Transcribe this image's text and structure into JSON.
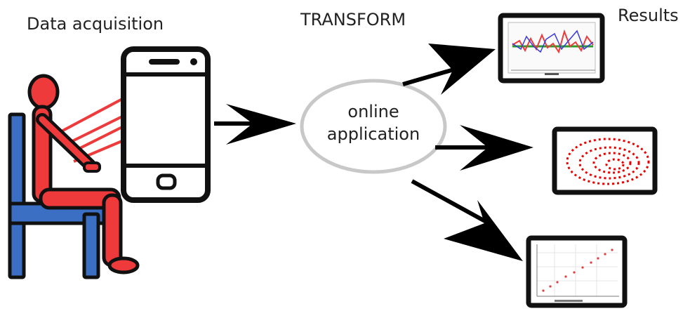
{
  "labels": {
    "data_acquisition": "Data acquisition",
    "transform": "TRANSFORM",
    "results": "Results"
  },
  "bubble": {
    "line1": "online",
    "line2": "application"
  },
  "colors": {
    "figure_red": "#ee3a3a",
    "chair_blue": "#3a6fc4",
    "outline": "#111111",
    "bubble_stroke": "#c8c8c8",
    "arrow": "#000000"
  },
  "icons": {
    "phone": "smartphone-icon",
    "person": "seated-person-icon",
    "chair": "chair-icon",
    "arrows": "arrow-icon",
    "results_1": "time-series-tablet-icon",
    "results_2": "spiral-drawing-tablet-icon",
    "results_3": "scatter-plot-tablet-icon"
  }
}
